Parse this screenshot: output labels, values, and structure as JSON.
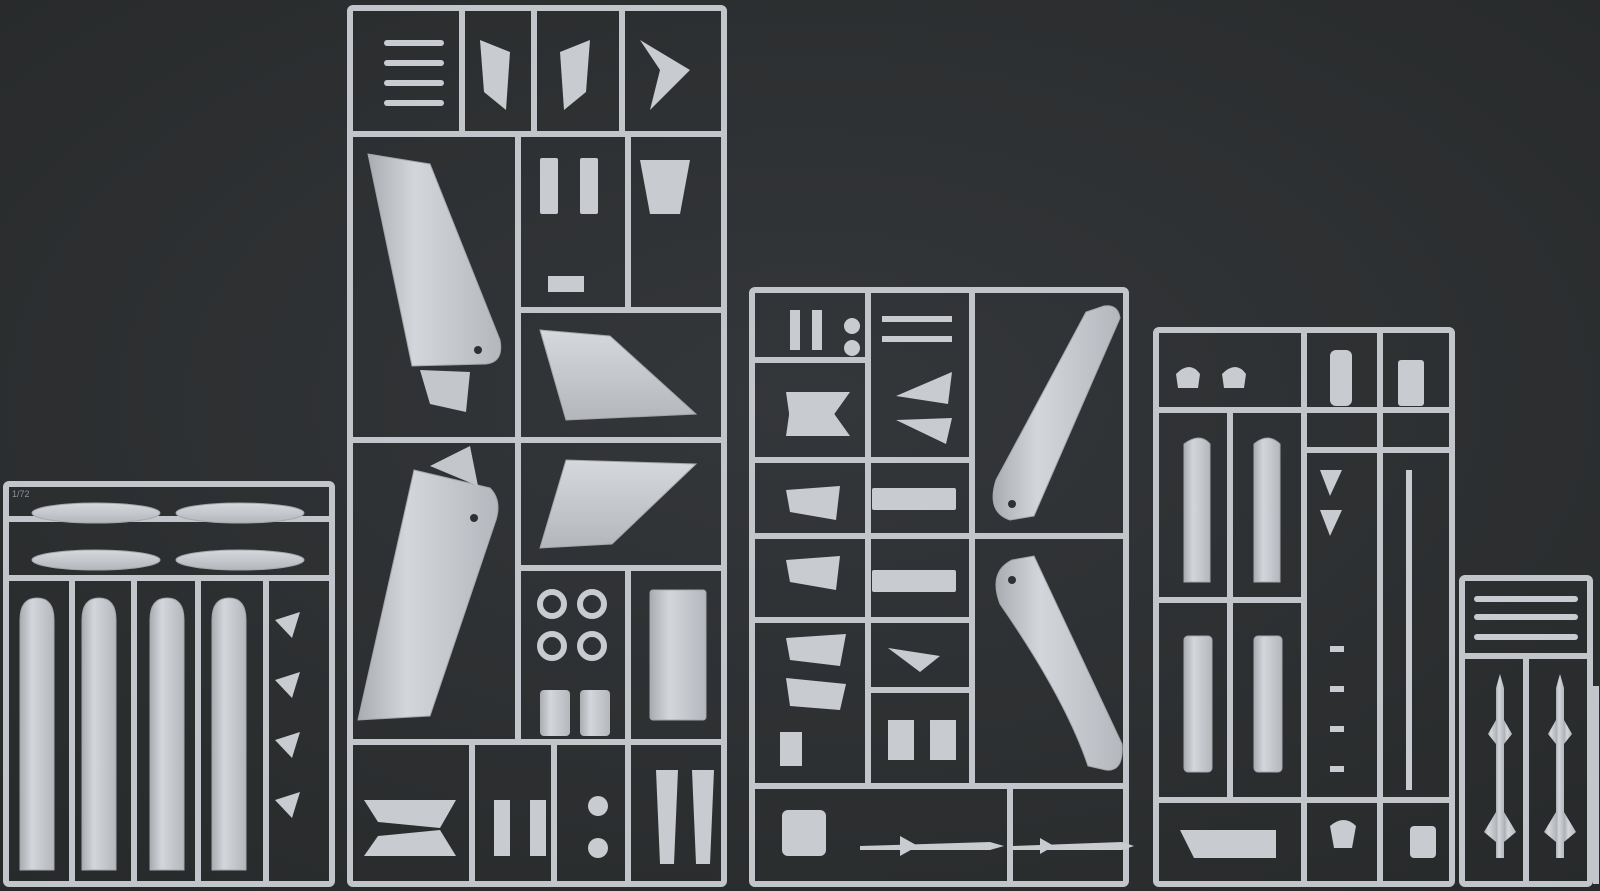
{
  "scene": {
    "subject": "kit-parts-sprues",
    "background_color": "#2e3033",
    "plastic_color": "#c4c7cb",
    "plastic_shadow_color": "#9fa3a8",
    "sprue_count": 6
  },
  "sprues": {
    "a": {
      "molded_text": "1/72"
    },
    "b": {
      "molded_text": ""
    },
    "c": {
      "molded_text": ""
    },
    "d": {
      "molded_text": ""
    },
    "e": {
      "molded_text": ""
    },
    "f": {
      "molded_text": ""
    }
  }
}
